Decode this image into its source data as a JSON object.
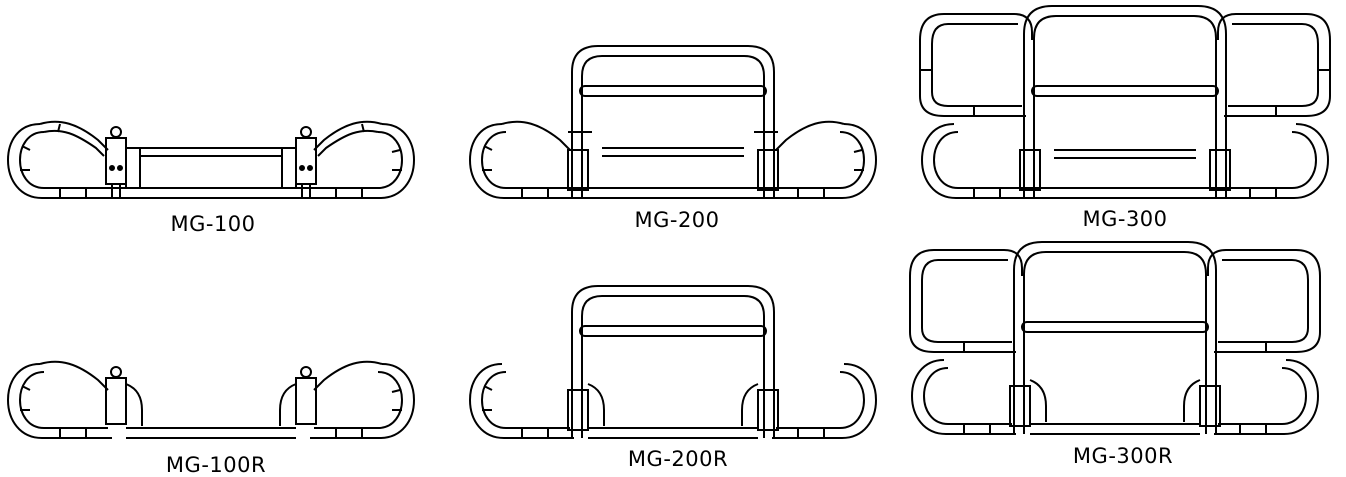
{
  "models": [
    {
      "id": "mg100",
      "label": "MG-100"
    },
    {
      "id": "mg200",
      "label": "MG-200"
    },
    {
      "id": "mg300",
      "label": "MG-300"
    },
    {
      "id": "mg100r",
      "label": "MG-100R"
    },
    {
      "id": "mg200r",
      "label": "MG-200R"
    },
    {
      "id": "mg300r",
      "label": "MG-300R"
    }
  ]
}
